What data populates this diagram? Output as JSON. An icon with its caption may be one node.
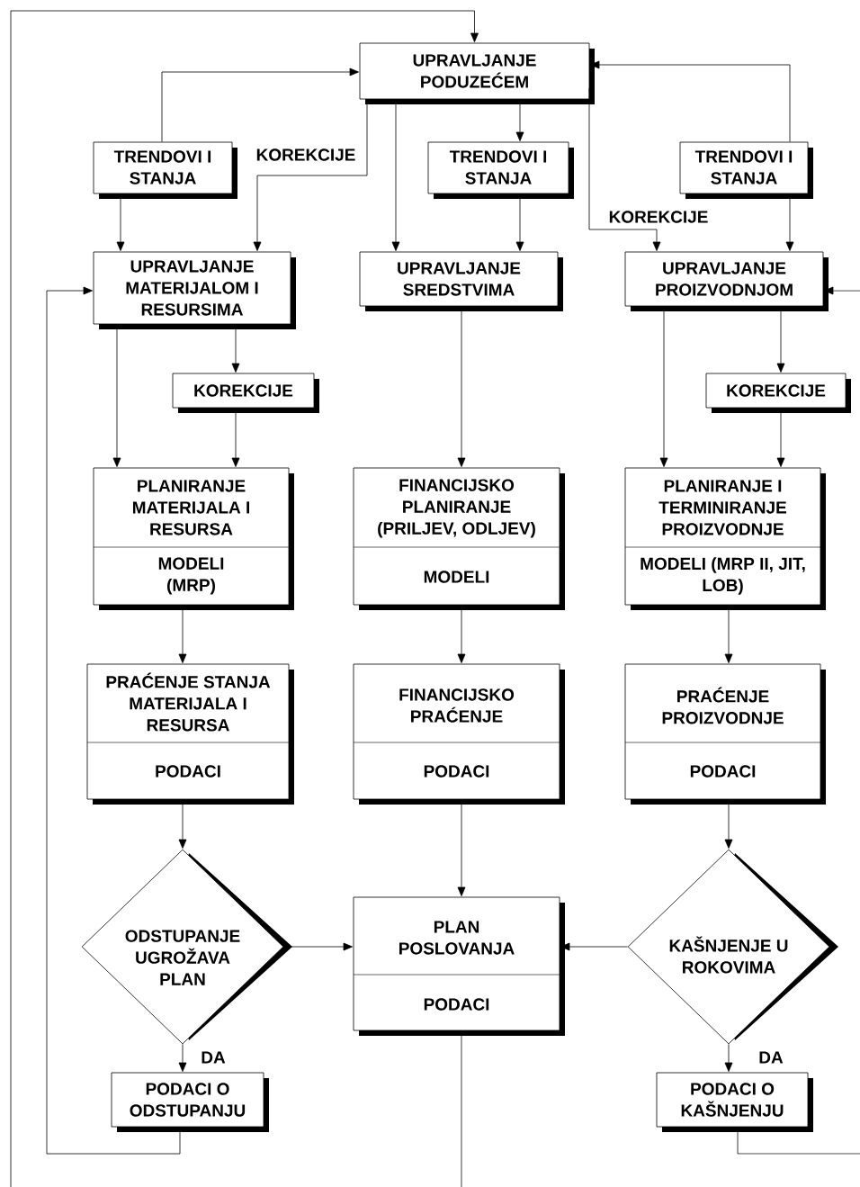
{
  "diagram": {
    "nodes": [
      {
        "text": [
          "UPRAVLJANJE PODUZEĆEM"
        ]
      },
      {
        "text": [
          "TRENDOVI I STANJA"
        ]
      },
      {
        "text": [
          "TRENDOVI I STANJA"
        ]
      },
      {
        "text": [
          "TRENDOVI I STANJA"
        ]
      },
      {
        "text": [
          "UPRAVLJANJE MATERIJALOM I RESURSIMA"
        ]
      },
      {
        "text": [
          "UPRAVLJANJE SREDSTVIMA"
        ]
      },
      {
        "text": [
          "UPRAVLJANJE PROIZVODNJOM"
        ]
      },
      {
        "text": [
          "KOREKCIJE"
        ]
      },
      {
        "text": [
          "KOREKCIJE"
        ]
      },
      {
        "text": [
          "PLANIRANJE MATERIJALA I RESURSA",
          "MODELI (MRP)"
        ]
      },
      {
        "text": [
          "FINANCIJSKO PLANIRANJE (PRILJEV, ODLJEV)",
          "MODELI"
        ]
      },
      {
        "text": [
          "PLANIRANJE I TERMINIRANJE PROIZVODNJE",
          "MODELI (MRP II, JIT, LOB)"
        ]
      },
      {
        "text": [
          "PRAĆENJE STANJA MATERIJALA I RESURSA",
          "PODACI"
        ]
      },
      {
        "text": [
          "FINANCIJSKO PRAĆENJE",
          "PODACI"
        ]
      },
      {
        "text": [
          "PRAĆENJE PROIZVODNJE",
          "PODACI"
        ]
      },
      {
        "text": [
          "ODSTUPANJE UGROŽAVA PLAN"
        ]
      },
      {
        "text": [
          "PLAN POSLOVANJA",
          "PODACI"
        ]
      },
      {
        "text": [
          "KAŠNJENJE U ROKOVIMA"
        ]
      },
      {
        "text": [
          "PODACI O ODSTUPANJU"
        ]
      },
      {
        "text": [
          "PODACI O KAŠNJENJU"
        ]
      }
    ],
    "edges": [
      {
        "from": null,
        "to": 0,
        "arrow": "to"
      },
      {
        "from": 1,
        "to": 0,
        "arrow": "to"
      },
      {
        "from": 0,
        "to": 4,
        "arrow": "to",
        "label": "KOREKCIJE"
      },
      {
        "from": 1,
        "to": 4,
        "arrow": "to"
      },
      {
        "from": 0,
        "to": 5,
        "arrow": "to"
      },
      {
        "from": 0,
        "to": 2,
        "arrow": "to"
      },
      {
        "from": 2,
        "to": 5,
        "arrow": "to"
      },
      {
        "from": 3,
        "to": 0,
        "arrow": "to"
      },
      {
        "from": 0,
        "to": 6,
        "arrow": "to",
        "label": "KOREKCIJE"
      },
      {
        "from": 3,
        "to": 6,
        "arrow": "to"
      },
      {
        "from": 4,
        "to": 7,
        "arrow": "to"
      },
      {
        "from": 4,
        "to": 9,
        "arrow": "to"
      },
      {
        "from": 7,
        "to": 9,
        "arrow": "to"
      },
      {
        "from": 5,
        "to": 10,
        "arrow": "to"
      },
      {
        "from": 6,
        "to": 11,
        "arrow": "to"
      },
      {
        "from": 6,
        "to": 8,
        "arrow": "to"
      },
      {
        "from": 8,
        "to": 11,
        "arrow": "to"
      },
      {
        "from": 9,
        "to": 12,
        "arrow": "to"
      },
      {
        "from": 10,
        "to": 13,
        "arrow": "to"
      },
      {
        "from": 11,
        "to": 14,
        "arrow": "to"
      },
      {
        "from": 12,
        "to": 15,
        "arrow": "to"
      },
      {
        "from": 13,
        "to": 16,
        "arrow": "to"
      },
      {
        "from": 14,
        "to": 17,
        "arrow": "to"
      },
      {
        "from": 15,
        "to": 16,
        "arrow": "to"
      },
      {
        "from": 17,
        "to": 16,
        "arrow": "to"
      },
      {
        "from": 15,
        "to": 18,
        "arrow": "to",
        "label": "DA"
      },
      {
        "from": 17,
        "to": 19,
        "arrow": "to",
        "label": "DA"
      },
      {
        "from": 18,
        "to": 4,
        "arrow": "to"
      },
      {
        "from": 19,
        "to": null,
        "arrow": "none"
      },
      {
        "from": null,
        "to": 6,
        "arrow": "to"
      },
      {
        "from": 16,
        "to": null,
        "arrow": "none"
      }
    ]
  }
}
